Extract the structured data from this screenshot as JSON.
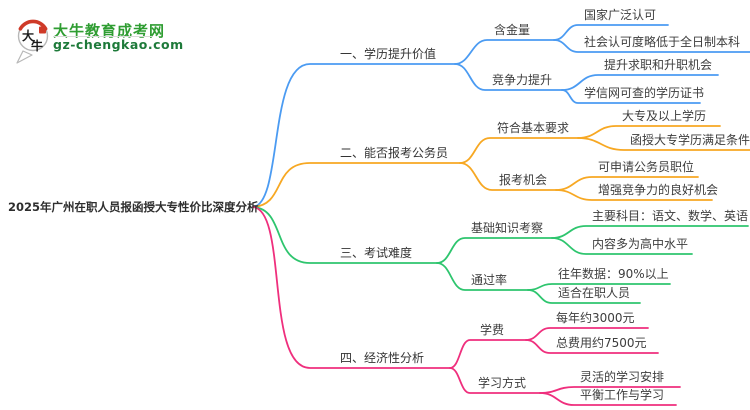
{
  "logo": {
    "bubble_chars": [
      "大",
      "牛"
    ],
    "title": "大牛教育成考网",
    "subtitle": "gz-chengkao.com",
    "colors": {
      "brand_green": "#2f9d32",
      "subtitle_green": "#1e7a3a",
      "seal_red": "#cf3a28",
      "bubble_border_gray": "#b8b8b8"
    }
  },
  "mindmap": {
    "central_topic": "2025年广州在职人员报函授大专性价比深度分析",
    "branches": [
      {
        "label": "一、学历提升价值",
        "color": "#4b9bf2",
        "children": [
          {
            "label": "含金量",
            "leaves": [
              "国家广泛认可",
              "社会认可度略低于全日制本科"
            ]
          },
          {
            "label": "竞争力提升",
            "leaves": [
              "提升求职和升职机会",
              "学信网可查的学历证书"
            ]
          }
        ]
      },
      {
        "label": "二、能否报考公务员",
        "color": "#f7a823",
        "children": [
          {
            "label": "符合基本要求",
            "leaves": [
              "大专及以上学历",
              "函授大专学历满足条件"
            ]
          },
          {
            "label": "报考机会",
            "leaves": [
              "可申请公务员职位",
              "增强竞争力的良好机会"
            ]
          }
        ]
      },
      {
        "label": "三、考试难度",
        "color": "#2ec56e",
        "children": [
          {
            "label": "基础知识考察",
            "leaves": [
              "主要科目：语文、数学、英语",
              "内容多为高中水平"
            ]
          },
          {
            "label": "通过率",
            "leaves": [
              "往年数据：90%以上",
              "适合在职人员"
            ]
          }
        ]
      },
      {
        "label": "四、经济性分析",
        "color": "#ef2f7d",
        "children": [
          {
            "label": "学费",
            "leaves": [
              "每年约3000元",
              "总费用约7500元"
            ]
          },
          {
            "label": "学习方式",
            "leaves": [
              "灵活的学习安排",
              "平衡工作与学习"
            ]
          }
        ]
      }
    ]
  }
}
